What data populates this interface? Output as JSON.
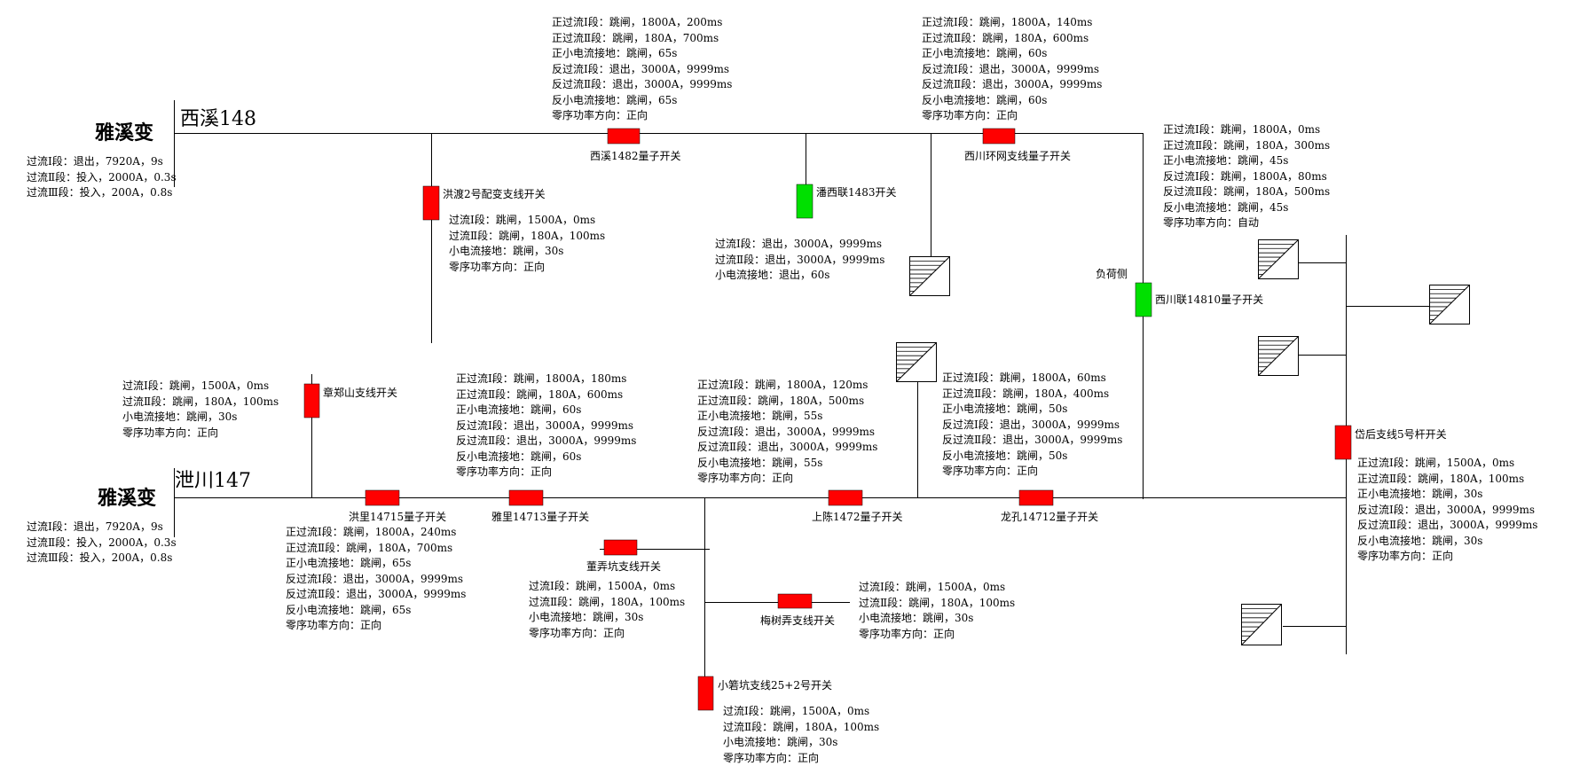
{
  "colors": {
    "closed": "#ff0000",
    "open": "#00e000",
    "line": "#000000"
  },
  "substations": [
    {
      "name": "雅溪变",
      "line_name": "西溪148",
      "protection": [
        "过流Ⅰ段：退出，7920A，9s",
        "过流Ⅱ段：投入，2000A，0.3s",
        "过流Ⅲ段：投入，200A，0.8s"
      ]
    },
    {
      "name": "雅溪变",
      "line_name": "泄川147",
      "protection": [
        "过流Ⅰ段：退出，7920A，9s",
        "过流Ⅱ段：投入，2000A，0.3s",
        "过流Ⅲ段：投入，200A，0.8s"
      ]
    }
  ],
  "switches": [
    {
      "id": "xixi1482",
      "label": "西溪1482量子开关",
      "state": "closed",
      "settings": [
        "正过流Ⅰ段：跳闸，1800A，200ms",
        "正过流Ⅱ段：跳闸，180A，700ms",
        "正小电流接地：跳闸，65s",
        "反过流Ⅰ段：退出，3000A，9999ms",
        "反过流Ⅱ段：退出，3000A，9999ms",
        "反小电流接地：跳闸，65s",
        "零序功率方向：正向"
      ]
    },
    {
      "id": "xichuanhuanwang",
      "label": "西川环网支线量子开关",
      "state": "closed",
      "settings": [
        "正过流Ⅰ段：跳闸，1800A，140ms",
        "正过流Ⅱ段：跳闸，180A，600ms",
        "正小电流接地：跳闸，60s",
        "反过流Ⅰ段：退出，3000A，9999ms",
        "反过流Ⅱ段：退出，3000A，9999ms",
        "反小电流接地：跳闸，60s",
        "零序功率方向：正向"
      ]
    },
    {
      "id": "hongdu",
      "label": "洪渡2号配变支线开关",
      "state": "closed",
      "settings": [
        "过流Ⅰ段：跳闸，1500A，0ms",
        "过流Ⅱ段：跳闸，180A，100ms",
        "小电流接地：跳闸，30s",
        "零序功率方向：正向"
      ]
    },
    {
      "id": "panxilian1483",
      "label": "潘西联1483开关",
      "state": "open",
      "settings": [
        "过流Ⅰ段：退出，3000A，9999ms",
        "过流Ⅱ段：退出，3000A，9999ms",
        "小电流接地：退出，60s"
      ]
    },
    {
      "id": "xichuanlian14810",
      "label": "西川联14810量子开关",
      "state": "open",
      "side_label": "负荷侧",
      "settings": [
        "正过流Ⅰ段：跳闸，1800A，0ms",
        "正过流Ⅱ段：跳闸，180A，300ms",
        "正小电流接地：跳闸，45s",
        "反过流Ⅰ段：跳闸，1800A，80ms",
        "反过流Ⅱ段：跳闸，180A，500ms",
        "反小电流接地：跳闸，45s",
        "零序功率方向：自动"
      ]
    },
    {
      "id": "zhangzhengshan",
      "label": "章郑山支线开关",
      "state": "closed",
      "settings": [
        "过流Ⅰ段：跳闸，1500A，0ms",
        "过流Ⅱ段：跳闸，180A，100ms",
        "小电流接地：跳闸，30s",
        "零序功率方向：正向"
      ]
    },
    {
      "id": "hongli14715",
      "label": "洪里14715量子开关",
      "state": "closed",
      "settings": [
        "正过流Ⅰ段：跳闸，1800A，240ms",
        "正过流Ⅱ段：跳闸，180A，700ms",
        "正小电流接地：跳闸，65s",
        "反过流Ⅰ段：退出，3000A，9999ms",
        "反过流Ⅱ段：退出，3000A，9999ms",
        "反小电流接地：跳闸，65s",
        "零序功率方向：正向"
      ]
    },
    {
      "id": "yali14713",
      "label": "雅里14713量子开关",
      "state": "closed",
      "settings": [
        "正过流Ⅰ段：跳闸，1800A，180ms",
        "正过流Ⅱ段：跳闸，180A，600ms",
        "正小电流接地：跳闸，60s",
        "反过流Ⅰ段：退出，3000A，9999ms",
        "反过流Ⅱ段：退出，3000A，9999ms",
        "反小电流接地：跳闸，60s",
        "零序功率方向：正向"
      ]
    },
    {
      "id": "shangchen1472",
      "label": "上陈1472量子开关",
      "state": "closed",
      "settings": [
        "正过流Ⅰ段：跳闸，1800A，120ms",
        "正过流Ⅱ段：跳闸，180A，500ms",
        "正小电流接地：跳闸，55s",
        "反过流Ⅰ段：退出，3000A，9999ms",
        "反过流Ⅱ段：退出，3000A，9999ms",
        "反小电流接地：跳闸，55s",
        "零序功率方向：正向"
      ]
    },
    {
      "id": "longkong14712",
      "label": "龙孔14712量子开关",
      "state": "closed",
      "settings": [
        "正过流Ⅰ段：跳闸，1800A，60ms",
        "正过流Ⅱ段：跳闸，180A，400ms",
        "正小电流接地：跳闸，50s",
        "反过流Ⅰ段：退出，3000A，9999ms",
        "反过流Ⅱ段：退出，3000A，9999ms",
        "反小电流接地：跳闸，50s",
        "零序功率方向：正向"
      ]
    },
    {
      "id": "daihou5",
      "label": "岱后支线5号杆开关",
      "state": "closed",
      "settings": [
        "正过流Ⅰ段：跳闸，1500A，0ms",
        "正过流Ⅱ段：跳闸，180A，100ms",
        "正小电流接地：跳闸，30s",
        "反过流Ⅰ段：退出，3000A，9999ms",
        "反过流Ⅱ段：退出，3000A，9999ms",
        "反小电流接地：跳闸，30s",
        "零序功率方向：正向"
      ]
    },
    {
      "id": "dongnongkeng",
      "label": "董弄坑支线开关",
      "state": "closed",
      "settings": [
        "过流Ⅰ段：跳闸，1500A，0ms",
        "过流Ⅱ段：跳闸，180A，100ms",
        "小电流接地：跳闸，30s",
        "零序功率方向：正向"
      ]
    },
    {
      "id": "meishunong",
      "label": "梅树弄支线开关",
      "state": "closed",
      "settings": [
        "过流Ⅰ段：跳闸，1500A，0ms",
        "过流Ⅱ段：跳闸，180A，100ms",
        "小电流接地：跳闸，30s",
        "零序功率方向：正向"
      ]
    },
    {
      "id": "xiaozhukeng",
      "label": "小箬坑支线25+2号开关",
      "state": "closed",
      "settings": [
        "过流Ⅰ段：跳闸，1500A，0ms",
        "过流Ⅱ段：跳闸，180A，100ms",
        "小电流接地：跳闸，30s",
        "零序功率方向：正向"
      ]
    }
  ]
}
